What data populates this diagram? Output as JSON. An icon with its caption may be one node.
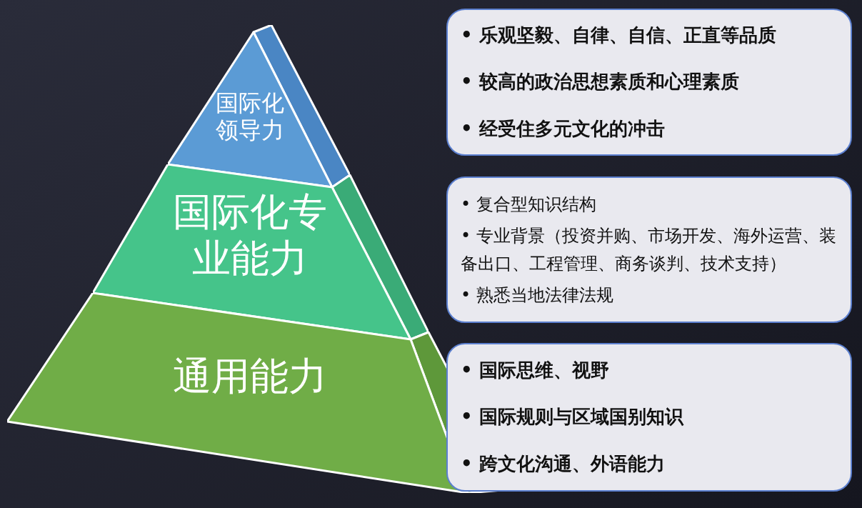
{
  "diagram": {
    "nodes": [
      {
        "text": [
          "国际化领导力"
        ]
      },
      {
        "text": [
          "国际化专业能力"
        ]
      },
      {
        "text": [
          "通用能力"
        ]
      },
      {
        "text": [
          "• 乐观坚毅、自律、自信、正直等品质",
          "• 较高的政治思想素质和心理素质",
          "• 经受住多元文化的冲击"
        ]
      },
      {
        "text": [
          "• 复合型知识结构",
          "• 专业背景（投资并购、市场开发、海外运营、装备出口、工程管理、商务谈判、技术支持）",
          "• 熟悉当地法律法规"
        ]
      },
      {
        "text": [
          "• 国际思维、视野",
          "• 国际规则与区域国别知识",
          "• 跨文化沟通、外语能力"
        ]
      }
    ],
    "edges": []
  }
}
